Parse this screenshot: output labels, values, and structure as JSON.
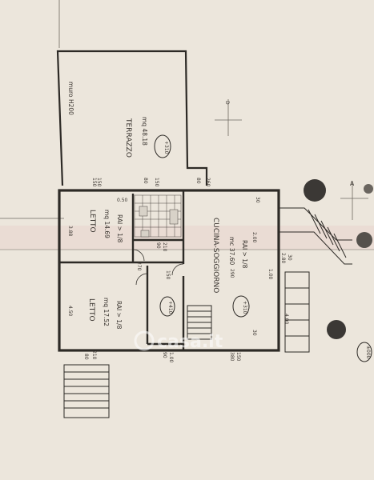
{
  "terrace": {
    "name": "TERRAZZO",
    "area": "mq 48.18",
    "level": "+310"
  },
  "wall_note": "muro H200",
  "bedroom_top": {
    "name": "LETTO",
    "area": "mq 14.69",
    "ratio": "RAI > 1/8"
  },
  "bedroom_bottom": {
    "name": "LETTO",
    "area": "mq 17.52",
    "ratio": "RAI > 1/8"
  },
  "kitchen": {
    "name": "CUCINA-SOGGIORNO",
    "area": "mc 37.60",
    "ratio": "RAI > 1/8",
    "level": "+310"
  },
  "hall_level": "+410",
  "ground_level": "±000",
  "section_mark": "A",
  "section_mark_left": "D",
  "watermark": "casa.it",
  "dims": {
    "d388": "3.88",
    "d450": "4.50",
    "d150a": "150",
    "d80a": "80",
    "d150b": "150",
    "d80b": "80",
    "d260": "260",
    "d050": "0.50",
    "d270": "270",
    "d150c": "150",
    "d90": "90",
    "d210": "210",
    "d200": "2.00",
    "d290": "290",
    "d100": "1.00",
    "d30a": "30",
    "d30b": "30",
    "d380": "380",
    "d150d": "150",
    "d80c": "80",
    "d210b": "210",
    "d90b": "90",
    "d150e": "150",
    "d100b": "1.00",
    "d280": "2.80",
    "d30c": "30",
    "d400": "4.00"
  },
  "colors": {
    "paper": "#ece6dc",
    "ink": "#2d2a26",
    "pink_band": "#e9d5cf"
  }
}
